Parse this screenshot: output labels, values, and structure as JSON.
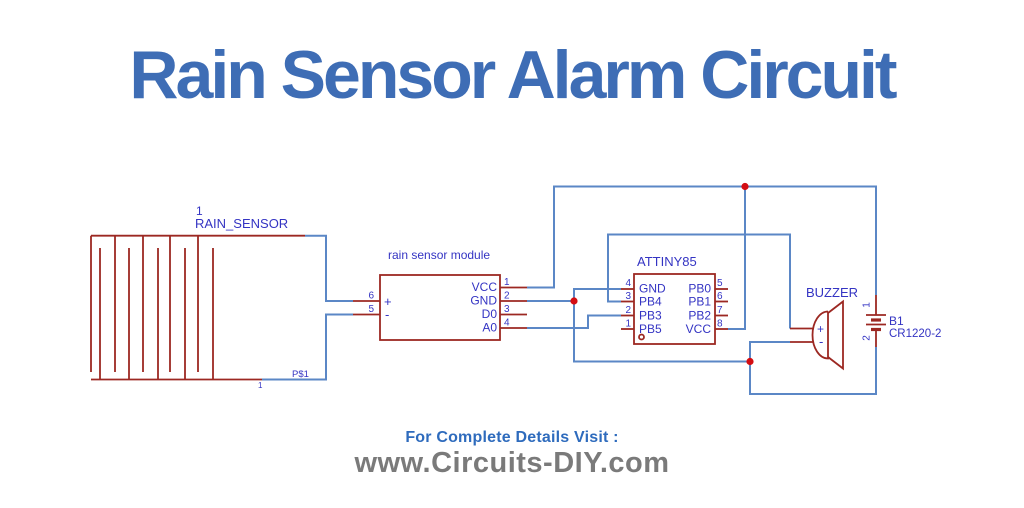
{
  "title": {
    "text": "Rain Sensor Alarm Circuit"
  },
  "colors": {
    "title_blue": "#3e6db5",
    "label_blue": "#3434c3",
    "wire_blue": "#5b87c6",
    "component_red": "#9c2822",
    "junction_red": "#d40d12",
    "footer_blue": "#2e6bbd",
    "footer_gray": "#7a7a7a",
    "background": "#ffffff"
  },
  "schematic": {
    "rain_sensor": {
      "designator": "1",
      "name": "RAIN_SENSOR",
      "pad_label": "P$1",
      "pad_number": "1"
    },
    "module": {
      "name": "rain sensor module",
      "pins_right": [
        {
          "number": "1",
          "label": "VCC"
        },
        {
          "number": "2",
          "label": "GND"
        },
        {
          "number": "3",
          "label": "D0"
        },
        {
          "number": "4",
          "label": "A0"
        }
      ],
      "pins_left": [
        {
          "number": "6",
          "label": "+"
        },
        {
          "number": "5",
          "label": "-"
        }
      ]
    },
    "mcu": {
      "name": "ATTINY85",
      "pins_left": [
        {
          "number": "4",
          "label": "GND"
        },
        {
          "number": "3",
          "label": "PB4"
        },
        {
          "number": "2",
          "label": "PB3"
        },
        {
          "number": "1",
          "label": "PB5"
        }
      ],
      "pins_right": [
        {
          "number": "5",
          "label": "PB0"
        },
        {
          "number": "6",
          "label": "PB1"
        },
        {
          "number": "7",
          "label": "PB2"
        },
        {
          "number": "8",
          "label": "VCC"
        }
      ]
    },
    "buzzer": {
      "name": "BUZZER",
      "plus": "+",
      "minus": "-"
    },
    "battery": {
      "designator": "B1",
      "value": "CR1220-2",
      "pin1": "1",
      "pin2": "2"
    }
  },
  "footer": {
    "line1": "For Complete Details Visit :",
    "line2": "www.Circuits-DIY.com"
  }
}
